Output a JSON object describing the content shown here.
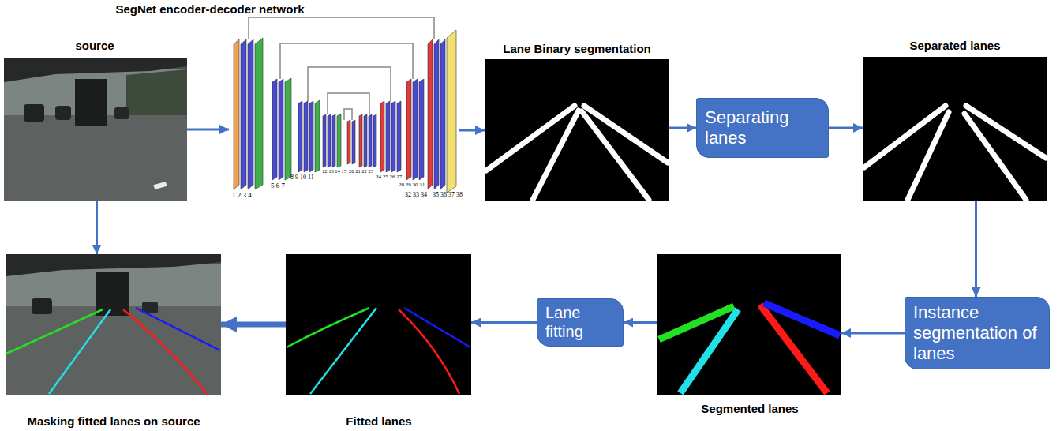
{
  "diagram": {
    "nodes": [
      {
        "text": [
          "source"
        ]
      },
      {
        "text": [
          "SegNet encoder-decoder network"
        ]
      },
      {
        "text": [
          "Lane Binary segmentation"
        ]
      },
      {
        "text": [
          "Separating lanes"
        ]
      },
      {
        "text": [
          "Separated lanes"
        ]
      },
      {
        "text": [
          "Instance segmentation of lanes"
        ]
      },
      {
        "text": [
          "Segmented lanes"
        ]
      },
      {
        "text": [
          "Lane fitting"
        ]
      },
      {
        "text": [
          "Fitted lanes"
        ]
      },
      {
        "text": [
          "Masking fitted lanes on source"
        ]
      }
    ],
    "edges": [
      {
        "from": 0,
        "to": 1,
        "arrow": "to"
      },
      {
        "from": 1,
        "to": 2,
        "arrow": "to"
      },
      {
        "from": 2,
        "to": 3,
        "arrow": "to"
      },
      {
        "from": 3,
        "to": 4,
        "arrow": "to"
      },
      {
        "from": 4,
        "to": 5,
        "arrow": "to"
      },
      {
        "from": 5,
        "to": 6,
        "arrow": "to"
      },
      {
        "from": 6,
        "to": 7,
        "arrow": "to"
      },
      {
        "from": 7,
        "to": 8,
        "arrow": "to"
      },
      {
        "from": 8,
        "to": 9,
        "arrow": "to"
      },
      {
        "from": 0,
        "to": 9,
        "arrow": "to"
      }
    ],
    "labels": [
      "1 2 3 4",
      "5 6 7",
      "8 9 10 11",
      "12 13 14 15",
      "20 21 22 23",
      "24 25 26 27",
      "28 29 30 31",
      "32 33 34",
      "35 36 37 38"
    ]
  }
}
